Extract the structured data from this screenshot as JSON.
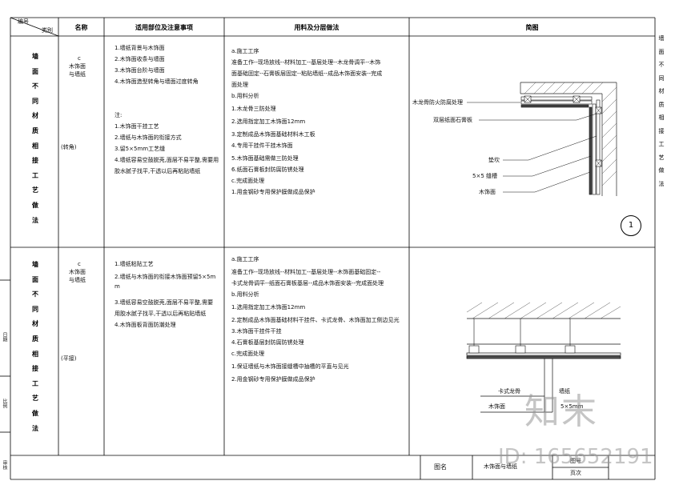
{
  "header": {
    "corner_top": "编号",
    "corner_bottom": "类别",
    "col_name": "名称",
    "col_usage": "适用部位及注意事项",
    "col_method": "用料及分层做法",
    "col_diagram": "简图"
  },
  "side_title": "墙面不同材质相接工艺做法",
  "row1": {
    "category": "墙面不同材质相接工艺做法",
    "name_code": "c",
    "name_text": "木饰面\n与墙纸",
    "name_sub": "(转角)",
    "usage_lines": [
      "1.墙纸背景与木饰面",
      "2.木饰面收条与墙面",
      "3.木饰面台阶与墙面",
      "4.木饰面造型转角与墙面过度转角"
    ],
    "usage_note_title": "注:",
    "usage_notes": [
      "1.木饰面干挂工艺",
      "2.墙纸与木饰面的衔接方式",
      "3.留5×5mm工艺缝",
      "4.墙纸容易空鼓脱壳,面层不易平整,需要用",
      "胶水腻子找平,干透以后再粘贴墙纸"
    ],
    "method_lines": [
      "a.施工工序",
      "准备工作--现场放线--材料加工--基层处理--木龙骨调平--木饰",
      "面基础固定--石膏板层固定--粘贴墙纸--成品木饰面安装--完成",
      "面处理",
      "b.用料分析",
      "1.木龙骨三防处理",
      "2.选用指定加工木饰面12mm",
      "3.定制成品木饰面基础材料木工板",
      "4.专用干挂件干挂木饰面",
      "5.木饰面基础需做三防处理",
      "6.纸面石膏板封防腐防锈处理",
      "c.完成面处理",
      "1.用金钢砂专用保护膜做成品保护"
    ],
    "diagram_labels": [
      "木龙骨防火防腐处理",
      "双层纸面石膏板",
      "垫坎",
      "5×5 缝槽",
      "木饰面"
    ],
    "badge": "1"
  },
  "row2": {
    "category": "墙面不同材质相接工艺做法",
    "name_code": "c",
    "name_text": "木饰面\n与墙纸",
    "name_sub": "(平接)",
    "usage_lines": [
      "1.墙纸粘贴工艺",
      "2.墙纸与木饰面的衔接木饰面预留5×5m",
      "m",
      "3.墙纸容易空鼓脱壳,面层不易平整,需要",
      "用胶水腻子找平,干透以后再粘贴墙纸",
      "4.木饰面板背面防潮处理"
    ],
    "method_lines": [
      "a.施工工序",
      "准备工作--现场放线--材料加工--基层处理--木饰面基础固定--",
      "卡式龙骨调平--纸面石膏板基层--成品木饰面安装--完成面处理",
      "b.用料分析",
      "1.选用指定加工木饰面12mm",
      "2.定制成品木饰面基础材料干挂件、卡式龙骨、木饰面加工侧边见光",
      "3.木饰面干挂件干挂",
      "4.石膏板基层封防腐防锈处理",
      "c.完成面处理",
      "1.保证墙纸与木饰面接缝槽中抽槽的平直与见光",
      "2.用金钢砂专用保护膜做成品保护"
    ],
    "diagram_labels": [
      "卡式龙骨",
      "木饰面",
      "墙纸",
      "5×5mm"
    ]
  },
  "footer": {
    "label": "图名",
    "title": "木饰面与墙纸",
    "number_label": "图号",
    "page_label": "页次"
  },
  "left_margin": [
    "日期",
    "比例",
    "审核"
  ],
  "watermark": {
    "logo": "知末",
    "id_text": "ID: 165652191"
  }
}
